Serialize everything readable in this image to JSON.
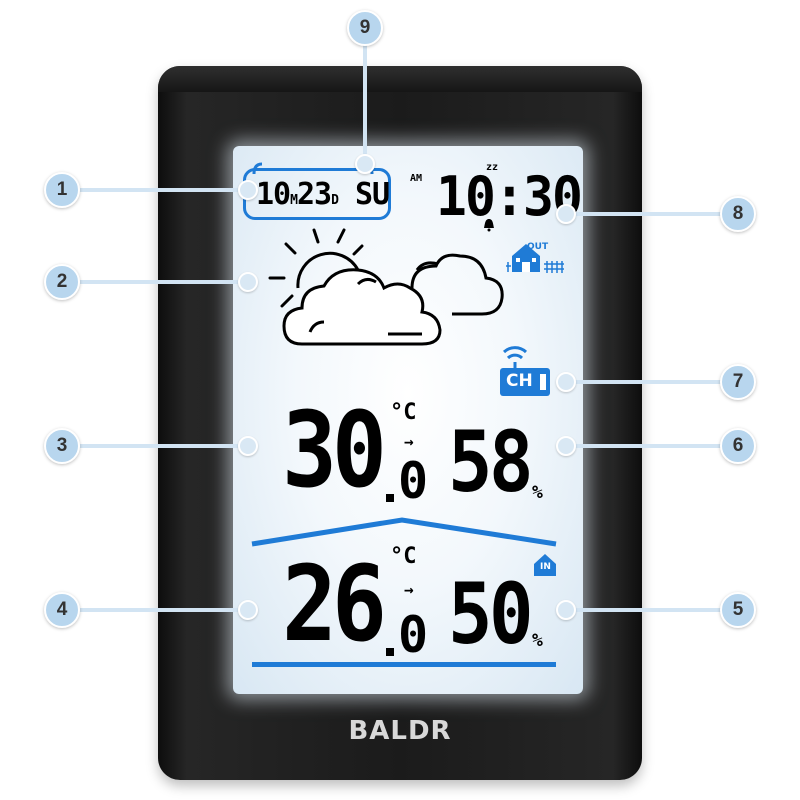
{
  "brand": "BALDR",
  "date": {
    "month": "10",
    "month_suffix": "M",
    "day": "23",
    "day_suffix": "D",
    "weekday": "SU"
  },
  "time": {
    "ampm": "AM",
    "snooze": "zz",
    "value": "10:30"
  },
  "outdoor": {
    "temp_int": "30",
    "temp_dec": "0",
    "temp_unit": "°C",
    "humidity": "58",
    "humidity_unit": "%",
    "label": "OUT"
  },
  "indoor": {
    "temp_int": "26",
    "temp_dec": "0",
    "temp_unit": "°C",
    "humidity": "50",
    "humidity_unit": "%",
    "label": "IN"
  },
  "channel": {
    "label": "CH"
  },
  "colors": {
    "accent": "#1f7bd6",
    "callout_fill": "#b8d6ee"
  },
  "callouts": [
    "1",
    "2",
    "3",
    "4",
    "5",
    "6",
    "7",
    "8",
    "9"
  ]
}
